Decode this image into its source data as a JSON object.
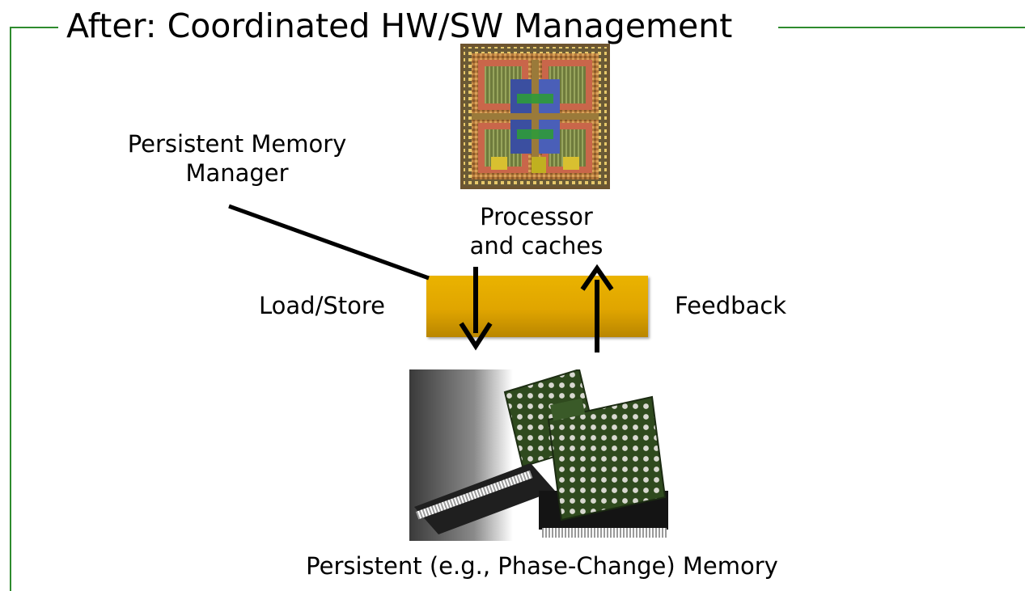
{
  "slide": {
    "title": "After: Coordinated HW/SW Management",
    "accent_color": "#2e8b2e",
    "bus_color": "#e0a500"
  },
  "labels": {
    "manager_line1": "Persistent Memory",
    "manager_line2": "Manager",
    "processor_line1": "Processor",
    "processor_line2": "and caches",
    "load_store": "Load/Store",
    "feedback": "Feedback",
    "memory": "Persistent (e.g., Phase-Change) Memory"
  },
  "icons": {
    "processor": "processor-die-image",
    "memory": "memory-chips-image",
    "down_arrow": "arrow-down-icon",
    "up_arrow": "arrow-up-icon"
  }
}
